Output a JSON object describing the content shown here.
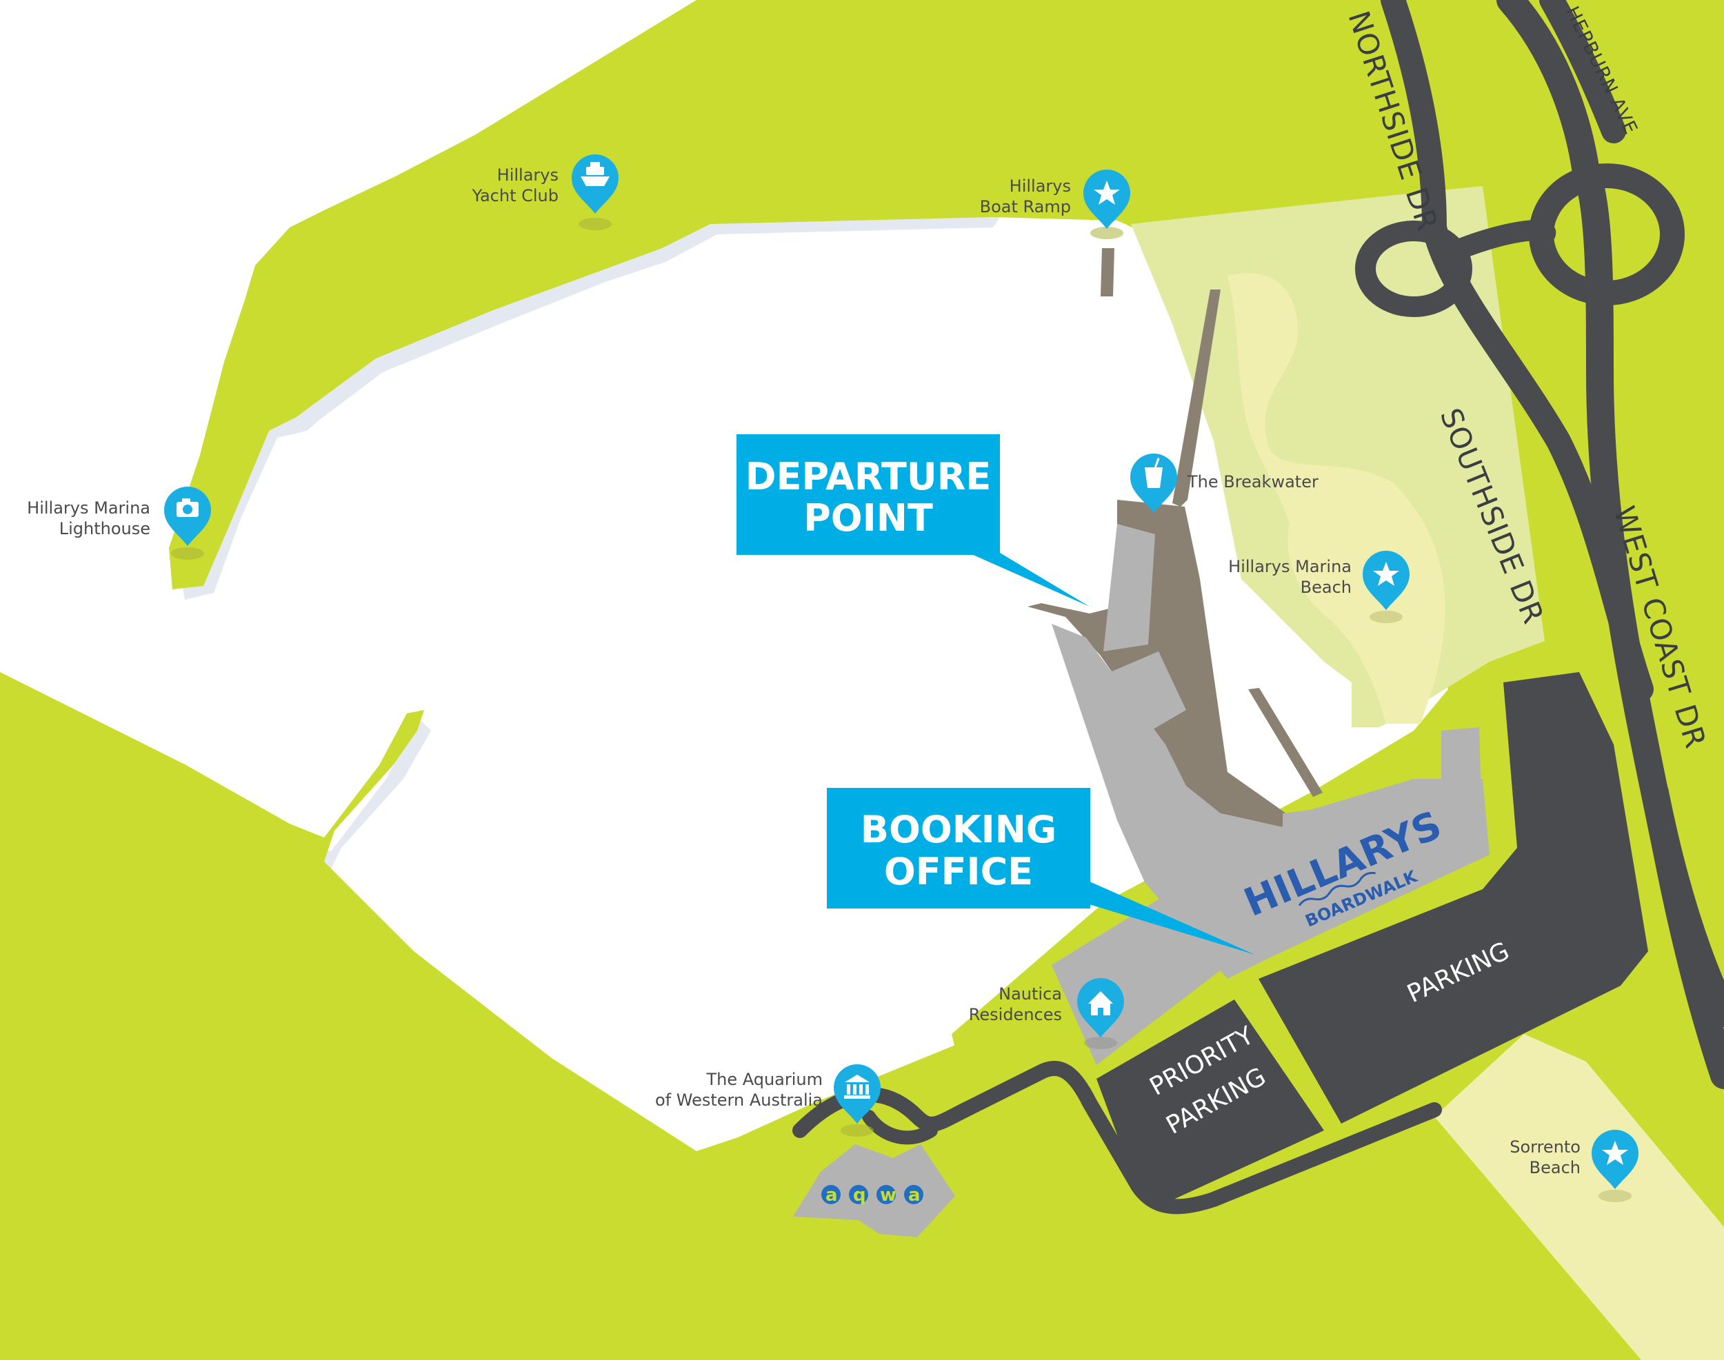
{
  "colors": {
    "land": "#cadc2f",
    "land_light": "#e2e9a0",
    "sand": "#f1efb0",
    "road": "#4a4b4e",
    "pier": "#8a8172",
    "building": "#b3b3b3",
    "callout": "#00aee6",
    "pin": "#1aaee3",
    "brand": "#2a5db0"
  },
  "roads": {
    "northside": "NORTHSIDE DR",
    "southside": "SOUTHSIDE DR",
    "west_coast": "WEST COAST DR",
    "hepburn": "HEPBURN AVE"
  },
  "parking": {
    "priority_line1": "PRIORITY",
    "priority_line2": "PARKING",
    "main": "PARKING"
  },
  "callouts": {
    "departure_line1": "DEPARTURE",
    "departure_line2": "POINT",
    "booking_line1": "BOOKING",
    "booking_line2": "OFFICE"
  },
  "brand": {
    "name": "HILLARYS",
    "sub": "BOARDWALK",
    "aqwa_letters": [
      "a",
      "q",
      "w",
      "a"
    ]
  },
  "pois": [
    {
      "id": "yacht-club",
      "line1": "Hillarys",
      "line2": "Yacht Club",
      "icon": "ship-icon"
    },
    {
      "id": "boat-ramp",
      "line1": "Hillarys",
      "line2": "Boat Ramp",
      "icon": "star-icon"
    },
    {
      "id": "lighthouse",
      "line1": "Hillarys Marina",
      "line2": "Lighthouse",
      "icon": "camera-icon"
    },
    {
      "id": "breakwater",
      "line1": "The Breakwater",
      "icon": "drink-icon"
    },
    {
      "id": "marina-beach",
      "line1": "Hillarys Marina",
      "line2": "Beach",
      "icon": "star-icon"
    },
    {
      "id": "nautica",
      "line1": "Nautica",
      "line2": "Residences",
      "icon": "house-icon"
    },
    {
      "id": "aquarium",
      "line1": "The Aquarium",
      "line2": "of Western Australia",
      "icon": "museum-icon"
    },
    {
      "id": "sorrento",
      "line1": "Sorrento",
      "line2": "Beach",
      "icon": "star-icon"
    }
  ]
}
